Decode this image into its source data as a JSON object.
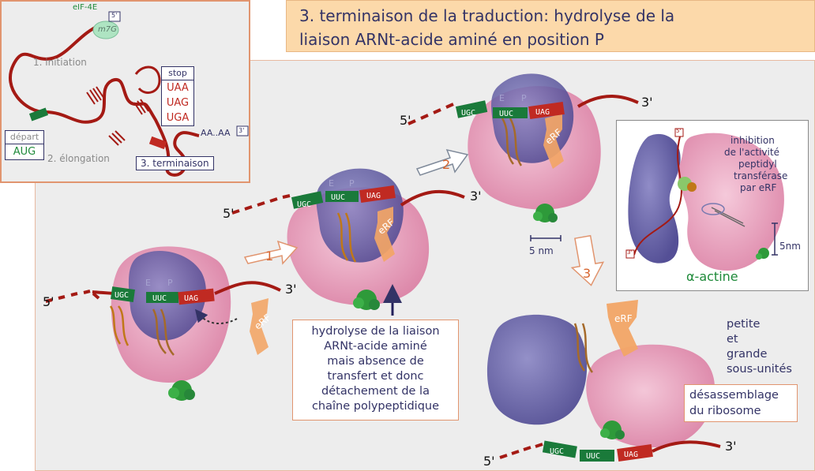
{
  "title": {
    "line1": "3. terminaison de la traduction: hydrolyse de la",
    "line2": "liaison ARNt-acide aminé en position P"
  },
  "inset": {
    "eif": "eIF-4E",
    "m7g": "m7G",
    "cap5": "5'",
    "initiation": "1. initiation",
    "elongation": "2. élongation",
    "terminaison": "3. terminaison",
    "depart_label": "départ",
    "depart_codon": "AUG",
    "stop_label": "stop",
    "stop_codons": [
      "UAA",
      "UAG",
      "UGA"
    ],
    "polya": "AA..AA",
    "end3": "3'"
  },
  "codons": {
    "c1": "UGC",
    "c2": "UUC",
    "c3": "UAG"
  },
  "ends": {
    "five": "5'",
    "three": "3'"
  },
  "site_letters": {
    "e": "E",
    "p": "P"
  },
  "erf": "eRF",
  "steps": [
    "1",
    "2",
    "3"
  ],
  "scale": "5 nm",
  "hydrolysis_box": {
    "lines": [
      "hydrolyse de la liaison",
      "ARNt-acide aminé",
      "mais absence de",
      "transfert et donc",
      "détachement de la",
      "chaîne polypeptidique"
    ]
  },
  "actin_box": {
    "lines": [
      "inhibition",
      "de l'activité",
      "peptidyl",
      "transférase",
      "par eRF"
    ],
    "five": "5'",
    "three": "3'",
    "scale": "5nm",
    "actin": "α-actine"
  },
  "subunits": {
    "lines": [
      "petite",
      "et",
      "grande",
      "sous-unités"
    ]
  },
  "disassembly": {
    "lines": [
      "désassemblage",
      "du ribosome"
    ]
  },
  "colors": {
    "mrna": "#a41a14",
    "codon_green": "#1a7a3a",
    "codon_red": "#c02a22",
    "ribosome_blue": "#5f5a9c",
    "ribosome_pink": "#e7a3be",
    "erf_orange": "#f2a566",
    "title_bg": "#fcd9aa",
    "text_navy": "#333366"
  }
}
